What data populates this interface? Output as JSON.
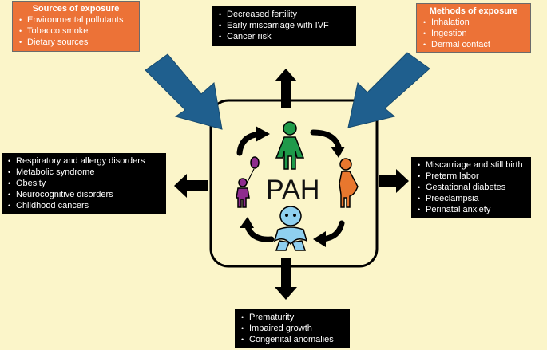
{
  "center": {
    "label": "PAH"
  },
  "sources": {
    "title": "Sources of exposure",
    "items": [
      "Environmental pollutants",
      "Tobacco smoke",
      "Dietary sources"
    ]
  },
  "methods": {
    "title": "Methods of exposure",
    "items": [
      "Inhalation",
      "Ingestion",
      "Dermal contact"
    ]
  },
  "top_effects": {
    "items": [
      "Decreased fertility",
      "Early miscarriage with IVF",
      "Cancer risk"
    ]
  },
  "left_effects": {
    "items": [
      "Respiratory and allergy disorders",
      "Metabolic syndrome",
      "Obesity",
      "Neurocognitive disorders",
      "Childhood cancers"
    ]
  },
  "right_effects": {
    "items": [
      "Miscarriage and still birth",
      "Preterm labor",
      "Gestational diabetes",
      "Preeclampsia",
      "Perinatal anxiety"
    ]
  },
  "bottom_effects": {
    "items": [
      "Prematurity",
      "Impaired growth",
      "Congenital anomalies"
    ]
  },
  "colors": {
    "background": "#fbf5c9",
    "orange": "#ec7237",
    "blue_arrow": "#1f5f8e",
    "woman": "#1f9a4a",
    "pregnant": "#e8772e",
    "baby": "#8fd0ef",
    "child": "#8e2c8e"
  }
}
